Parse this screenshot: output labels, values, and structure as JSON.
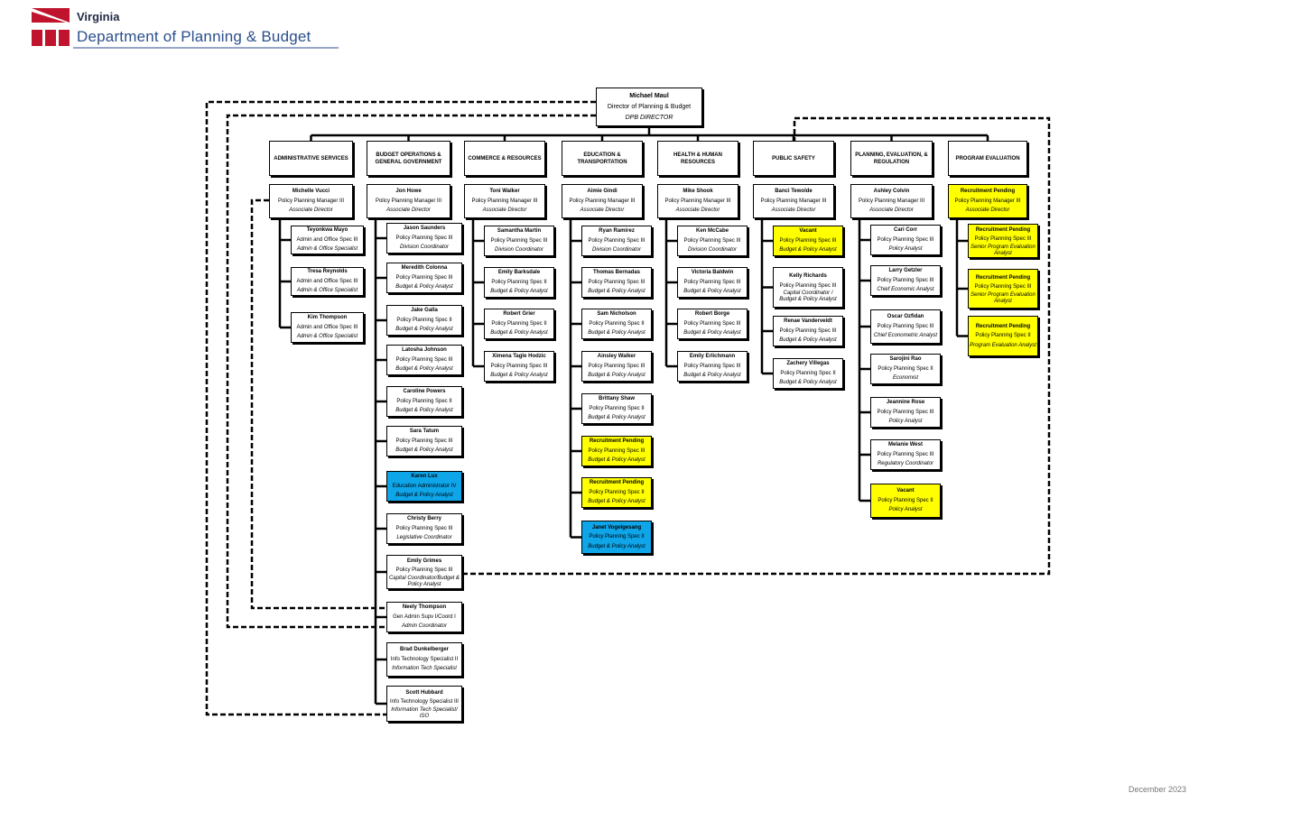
{
  "logo": {
    "state": "Virginia",
    "department": "Department of Planning & Budget"
  },
  "footer": {
    "date": "December 2023"
  },
  "colors": {
    "vacancy": "#ffff00",
    "highlight": "#0ea5e9",
    "brand": "#c0142e"
  },
  "director": {
    "name": "Michael Maul",
    "title": "Director of Planning & Budget",
    "role": "DPB DIRECTOR"
  },
  "divisions": [
    {
      "label": "ADMINISTRATIVE SERVICES",
      "head": {
        "name": "Michelle Vucci",
        "title": "Policy Planning Manager III",
        "role": "Associate Director"
      },
      "staff": [
        {
          "name": "Teyonkwa Mayo",
          "title": "Admin and Office Spec III",
          "role": "Admin & Office Specialist"
        },
        {
          "name": "Tresa Reynolds",
          "title": "Admin and Office Spec III",
          "role": "Admin & Office Specialist"
        },
        {
          "name": "Kim Thompson",
          "title": "Admin and Office Spec III",
          "role": "Admin & Office Specialist"
        }
      ]
    },
    {
      "label": "BUDGET OPERATIONS & GENERAL GOVERNMENT",
      "head": {
        "name": "Jon Howe",
        "title": "Policy Planning Manager III",
        "role": "Associate Director"
      },
      "staff": [
        {
          "name": "Jason Saunders",
          "title": "Policy Planning Spec III",
          "role": "Division Coordinator"
        },
        {
          "name": "Meredith Colonna",
          "title": "Policy Planning Spec III",
          "role": "Budget & Policy Analyst"
        },
        {
          "name": "Jake Galla",
          "title": "Policy Planning Spec II",
          "role": "Budget & Policy Analyst"
        },
        {
          "name": "Latosha Johnson",
          "title": "Policy Planning Spec III",
          "role": "Budget & Policy Analyst"
        },
        {
          "name": "Caroline Powers",
          "title": "Policy Planning Spec II",
          "role": "Budget & Policy Analyst"
        },
        {
          "name": "Sara Tatum",
          "title": "Policy Planning Spec III",
          "role": "Budget & Policy Analyst"
        },
        {
          "name": "Karen Lux",
          "title": "Education Administrator IV",
          "role": "Budget & Policy Analyst",
          "status": "highlight"
        },
        {
          "name": "Christy Berry",
          "title": "Policy Planning Spec III",
          "role": "Legislative Coordinator"
        },
        {
          "name": "Emily Grimes",
          "title": "Policy Planning Spec III",
          "role": "Capital Coordinator/Budget & Policy Analyst"
        },
        {
          "name": "Neely Thompson",
          "title": "Gen Admin Supv I/Coord I",
          "role": "Admin Coordinator"
        },
        {
          "name": "Brad Dunkelberger",
          "title": "Info Technology Specialist II",
          "role": "Information Tech Specialist"
        },
        {
          "name": "Scott Hubbard",
          "title": "Info Technology Specialist III",
          "role": "Information Tech Specialist/ ISO"
        }
      ]
    },
    {
      "label": "COMMERCE & RESOURCES",
      "head": {
        "name": "Toni Walker",
        "title": "Policy Planning Manager III",
        "role": "Associate Director"
      },
      "staff": [
        {
          "name": "Samantha Martin",
          "title": "Policy Planning Spec III",
          "role": "Division Coordinator"
        },
        {
          "name": "Emily Barksdale",
          "title": "Policy Planning Spec II",
          "role": "Budget & Policy Analyst"
        },
        {
          "name": "Robert Grier",
          "title": "Policy Planning Spec II",
          "role": "Budget & Policy Analyst"
        },
        {
          "name": "Ximena Tagle Hodzic",
          "title": "Policy Planning Spec III",
          "role": "Budget & Policy Analyst"
        }
      ]
    },
    {
      "label": "EDUCATION & TRANSPORTATION",
      "head": {
        "name": "Aimie Gindi",
        "title": "Policy Planning Manager III",
        "role": "Associate Director"
      },
      "staff": [
        {
          "name": "Ryan Ramirez",
          "title": "Policy Planning Spec III",
          "role": "Division Coordinator"
        },
        {
          "name": "Thomas Bernadas",
          "title": "Policy Planning Spec III",
          "role": "Budget & Policy Analyst"
        },
        {
          "name": "Sam Nicholson",
          "title": "Policy Planning Spec II",
          "role": "Budget & Policy Analyst"
        },
        {
          "name": "Ainsley Walker",
          "title": "Policy Planning Spec III",
          "role": "Budget & Policy Analyst"
        },
        {
          "name": "Brittany Shaw",
          "title": "Policy Planning Spec II",
          "role": "Budget & Policy Analyst"
        },
        {
          "name": "Recruitment Pending",
          "title": "Policy Planning Spec III",
          "role": "Budget & Policy Analyst",
          "status": "vacancy"
        },
        {
          "name": "Recruitment Pending",
          "title": "Policy Planning Spec II",
          "role": "Budget & Policy Analyst",
          "status": "vacancy"
        },
        {
          "name": "Janet Vogelgesang",
          "title": "Policy Planning Spec II",
          "role": "Budget & Policy Analyst",
          "status": "highlight"
        }
      ]
    },
    {
      "label": "HEALTH & HUMAN RESOURCES",
      "head": {
        "name": "Mike Shook",
        "title": "Policy Planning Manager III",
        "role": "Associate Director"
      },
      "staff": [
        {
          "name": "Ken McCabe",
          "title": "Policy Planning Spec III",
          "role": "Division Coordinator"
        },
        {
          "name": "Victoria Baldwin",
          "title": "Policy Planning Spec III",
          "role": "Budget & Policy Analyst"
        },
        {
          "name": "Robert Borge",
          "title": "Policy Planning Spec III",
          "role": "Budget & Policy Analyst"
        },
        {
          "name": "Emily Erlichmann",
          "title": "Policy Planning Spec III",
          "role": "Budget & Policy Analyst"
        }
      ]
    },
    {
      "label": "PUBLIC SAFETY",
      "head": {
        "name": "Banci Tewolde",
        "title": "Policy Planning Manager III",
        "role": "Associate Director"
      },
      "staff": [
        {
          "name": "Vacant",
          "title": "Policy Planning Spec III",
          "role": "Budget & Policy Analyst",
          "status": "vacancy"
        },
        {
          "name": "Kelly Richards",
          "title": "Policy Planning Spec III",
          "role": "Capital Coordinator / Budget & Policy Analyst"
        },
        {
          "name": "Renae Vanderveldt",
          "title": "Policy Planning Spec III",
          "role": "Budget & Policy Analyst"
        },
        {
          "name": "Zachery Villegas",
          "title": "Policy Planning Spec II",
          "role": "Budget & Policy Analyst"
        }
      ]
    },
    {
      "label": "PLANNING, EVALUATION, & REGULATION",
      "head": {
        "name": "Ashley Colvin",
        "title": "Policy Planning Manager III",
        "role": "Associate Director"
      },
      "staff": [
        {
          "name": "Cari Corr",
          "title": "Policy Planning Spec III",
          "role": "Policy Analyst"
        },
        {
          "name": "Larry Getzler",
          "title": "Policy Planning Spec III",
          "role": "Chief Economic Analyst"
        },
        {
          "name": "Oscar Ozfidan",
          "title": "Policy Planning Spec III",
          "role": "Chief Econometric Analyst"
        },
        {
          "name": "Sarojini Rao",
          "title": "Policy Planning Spec II",
          "role": "Economist"
        },
        {
          "name": "Jeannine Rose",
          "title": "Policy Planning Spec III",
          "role": "Policy Analyst"
        },
        {
          "name": "Melanie West",
          "title": "Policy Planning Spec III",
          "role": "Regulatory Coordinator"
        },
        {
          "name": "Vacant",
          "title": "Policy Planning Spec II",
          "role": "Policy Analyst",
          "status": "vacancy"
        }
      ]
    },
    {
      "label": "PROGRAM EVALUATION",
      "head": {
        "name": "Recruitment Pending",
        "title": "Policy Planning Manager III",
        "role": "Associate Director",
        "status": "vacancy"
      },
      "staff": [
        {
          "name": "Recruitment Pending",
          "title": "Policy Planning Spec III",
          "role": "Senior Program Evaluation Analyst",
          "status": "vacancy"
        },
        {
          "name": "Recruitment Pending",
          "title": "Policy Planning Spec III",
          "role": "Senior Program Evaluation Analyst",
          "status": "vacancy"
        },
        {
          "name": "Recruitment Pending",
          "title": "Policy Planning Spec II",
          "role": "Program Evaluation Analyst",
          "status": "vacancy"
        }
      ]
    }
  ]
}
